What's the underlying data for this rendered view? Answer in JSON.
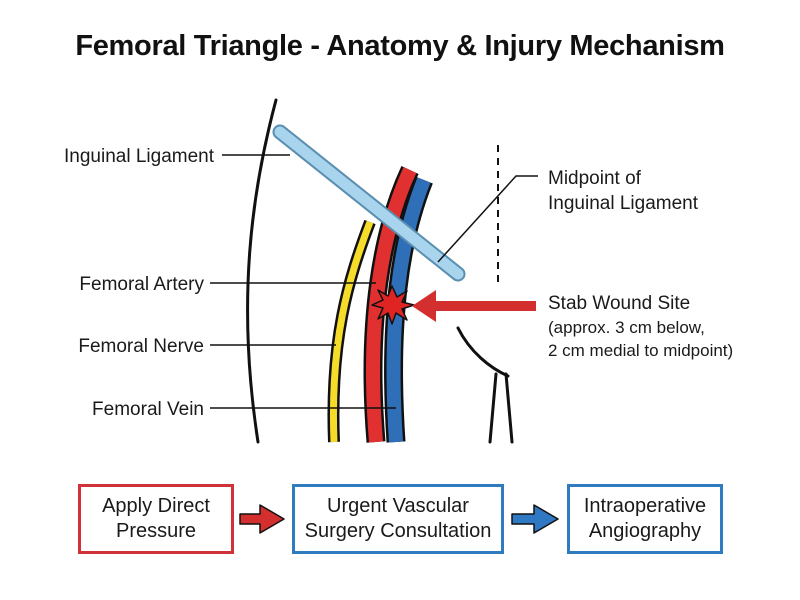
{
  "title": "Femoral Triangle - Anatomy & Injury Mechanism",
  "labels": {
    "inguinal_ligament": "Inguinal Ligament",
    "femoral_artery": "Femoral Artery",
    "femoral_nerve": "Femoral Nerve",
    "femoral_vein": "Femoral Vein",
    "midpoint_line1": "Midpoint of",
    "midpoint_line2": "Inguinal Ligament",
    "stab_title": "Stab Wound Site",
    "stab_line1": "(approx. 3 cm below,",
    "stab_line2": "2 cm medial to midpoint)"
  },
  "steps": [
    {
      "line1": "Apply Direct",
      "line2": "Pressure",
      "color": "#d0323a"
    },
    {
      "line1": "Urgent Vascular",
      "line2": "Surgery Consultation",
      "color": "#2f7bbf"
    },
    {
      "line1": "Intraoperative",
      "line2": "Angiography",
      "color": "#2f7bbf"
    }
  ],
  "colors": {
    "artery": "#e03030",
    "vein": "#2e6fb7",
    "nerve": "#f5dc2a",
    "ligament": "#a9d4ee",
    "wound": "#e02424",
    "arrow_red": "#d32f2f",
    "arrow_blue": "#2f78c4"
  }
}
